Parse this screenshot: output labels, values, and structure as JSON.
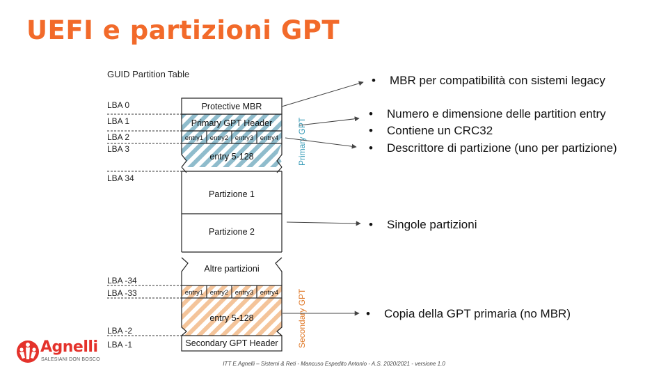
{
  "slide": {
    "title": "UEFI e partizioni GPT",
    "footer": "ITT E.Agnelli – Sistemi & Reti - Mancuso Espedito Antonio - A.S. 2020/2021 - versione 1.0"
  },
  "diagram": {
    "caption": "GUID Partition Table",
    "lba_labels": [
      "LBA 0",
      "LBA 1",
      "LBA 2",
      "LBA 3",
      "LBA 34",
      "LBA -34",
      "LBA -33",
      "LBA -2",
      "LBA -1"
    ],
    "blocks": {
      "protective_mbr": "Protective MBR",
      "primary_header": "Primary GPT Header",
      "primary_entries": [
        "entry1",
        "entry2",
        "entry3",
        "entry4"
      ],
      "primary_rest": "entry 5-128",
      "partition_1": "Partizione 1",
      "partition_2": "Partizione 2",
      "other_partitions": "Altre partizioni",
      "secondary_entries": [
        "entry1",
        "entry2",
        "entry3",
        "entry4"
      ],
      "secondary_rest": "entry 5-128",
      "secondary_header": "Secondary GPT Header"
    },
    "side_labels": {
      "primary": "Primary GPT",
      "secondary": "Secondary GPT"
    },
    "colors": {
      "primary_hatch": "#8fbccc",
      "secondary_hatch": "#f4c49a",
      "primary_label": "#3a9cb8",
      "secondary_label": "#e07a2a"
    }
  },
  "bullets": [
    "MBR per compatibilità con sistemi legacy",
    "Numero e dimensione delle partition entry",
    "Contiene un CRC32",
    "Descrittore di partizione (uno per partizione)",
    "Singole partizioni",
    "Copia della GPT primaria (no MBR)"
  ],
  "logo": {
    "name": "Agnelli",
    "tagline": "SALESIANI DON BOSCO"
  }
}
